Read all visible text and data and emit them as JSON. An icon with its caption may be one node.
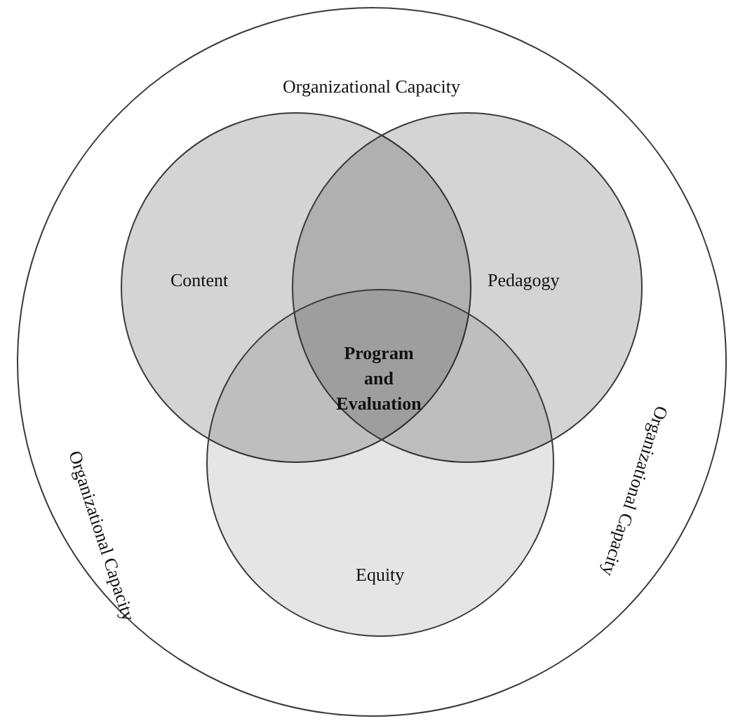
{
  "diagram": {
    "nodes": [
      {
        "text": [
          "Organizational Capacity",
          "Organizational Capacity",
          "Organizational Capacity"
        ]
      },
      {
        "text": [
          "Content"
        ],
        "in": 0
      },
      {
        "text": [
          "Pedagogy"
        ],
        "in": 0
      },
      {
        "text": [
          "Equity"
        ],
        "in": 0
      }
    ],
    "edges": [],
    "labels": [
      "Program and Evaluation"
    ]
  }
}
